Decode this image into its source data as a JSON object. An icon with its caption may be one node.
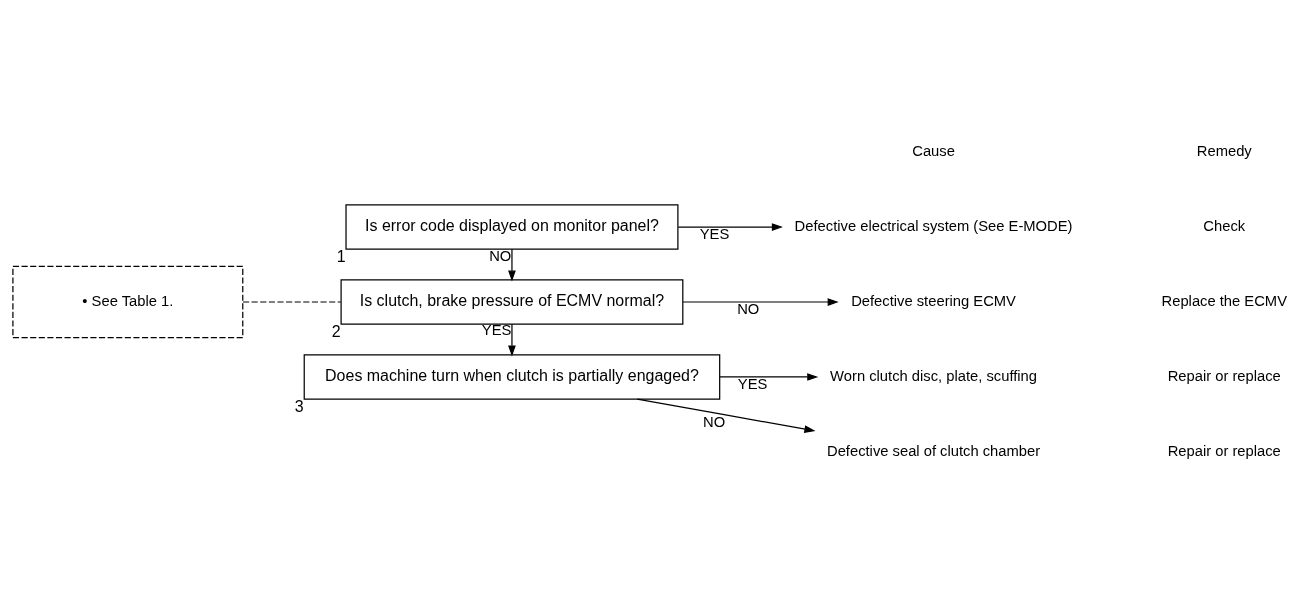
{
  "diagram": {
    "nodes": [
      {
        "text": [
          "• See Table 1."
        ]
      },
      {
        "text": [
          "Is error code displayed on monitor panel?"
        ],
        "beside": [
          "1"
        ]
      },
      {
        "text": [
          "Is clutch, brake pressure of ECMV normal?"
        ],
        "beside": [
          "2"
        ]
      },
      {
        "text": [
          "Does machine turn when clutch is partially engaged?"
        ],
        "beside": [
          "3"
        ]
      },
      {
        "text": [
          "Defective electrical system (See E-MODE)"
        ]
      },
      {
        "text": [
          "Defective steering ECMV"
        ]
      },
      {
        "text": [
          "Defective seal of clutch chamber"
        ]
      },
      {
        "text": [
          "Worn clutch disc, plate, scuffing"
        ]
      }
    ],
    "edges": [
      {
        "from": 1,
        "to": 4,
        "arrow": "to",
        "label": "YES"
      },
      {
        "from": 1,
        "to": 2,
        "arrow": "to",
        "label": "NO"
      },
      {
        "from": 0,
        "to": 2,
        "arrow": "none",
        "style": "dashed"
      },
      {
        "from": 2,
        "to": 5,
        "arrow": "to",
        "label": "NO"
      },
      {
        "from": 2,
        "to": 3,
        "arrow": "to",
        "label": "YES"
      },
      {
        "from": 3,
        "to": 6,
        "arrow": "to",
        "label": "NO"
      },
      {
        "from": 3,
        "to": 7,
        "arrow": "to",
        "label": "YES"
      }
    ],
    "labels": [
      "Cause",
      "Remedy",
      "Check",
      "Replace the ECMV",
      "Repair or replace",
      "Repair or replace"
    ]
  }
}
